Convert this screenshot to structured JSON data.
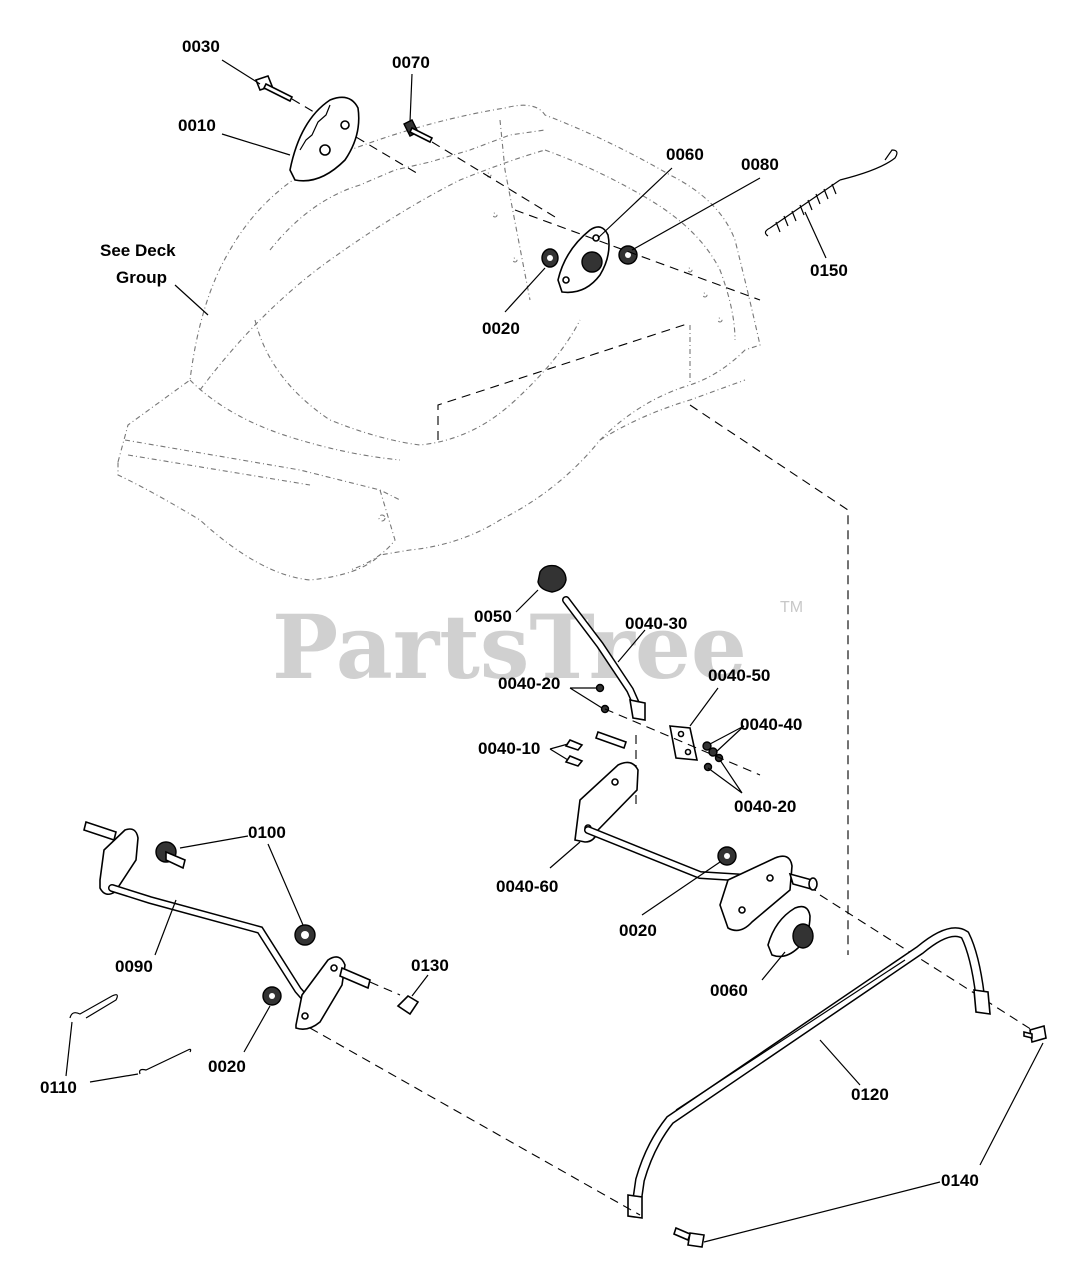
{
  "watermark": {
    "text": "PartsTree",
    "trademark": "TM"
  },
  "note": {
    "line1": "See Deck",
    "line2": "Group"
  },
  "callouts": [
    {
      "id": "c0030",
      "label": "0030"
    },
    {
      "id": "c0010",
      "label": "0010"
    },
    {
      "id": "c0070",
      "label": "0070"
    },
    {
      "id": "c0060a",
      "label": "0060"
    },
    {
      "id": "c0080",
      "label": "0080"
    },
    {
      "id": "c0150",
      "label": "0150"
    },
    {
      "id": "c0020a",
      "label": "0020"
    },
    {
      "id": "c0050",
      "label": "0050"
    },
    {
      "id": "c0040_30",
      "label": "0040-30"
    },
    {
      "id": "c0040_20a",
      "label": "0040-20"
    },
    {
      "id": "c0040_50",
      "label": "0040-50"
    },
    {
      "id": "c0040_40",
      "label": "0040-40"
    },
    {
      "id": "c0040_10",
      "label": "0040-10"
    },
    {
      "id": "c0040_20b",
      "label": "0040-20"
    },
    {
      "id": "c0040_60",
      "label": "0040-60"
    },
    {
      "id": "c0020b",
      "label": "0020"
    },
    {
      "id": "c0060b",
      "label": "0060"
    },
    {
      "id": "c0100",
      "label": "0100"
    },
    {
      "id": "c0090",
      "label": "0090"
    },
    {
      "id": "c0130",
      "label": "0130"
    },
    {
      "id": "c0020c",
      "label": "0020"
    },
    {
      "id": "c0110",
      "label": "0110"
    },
    {
      "id": "c0120",
      "label": "0120"
    },
    {
      "id": "c0140",
      "label": "0140"
    }
  ]
}
